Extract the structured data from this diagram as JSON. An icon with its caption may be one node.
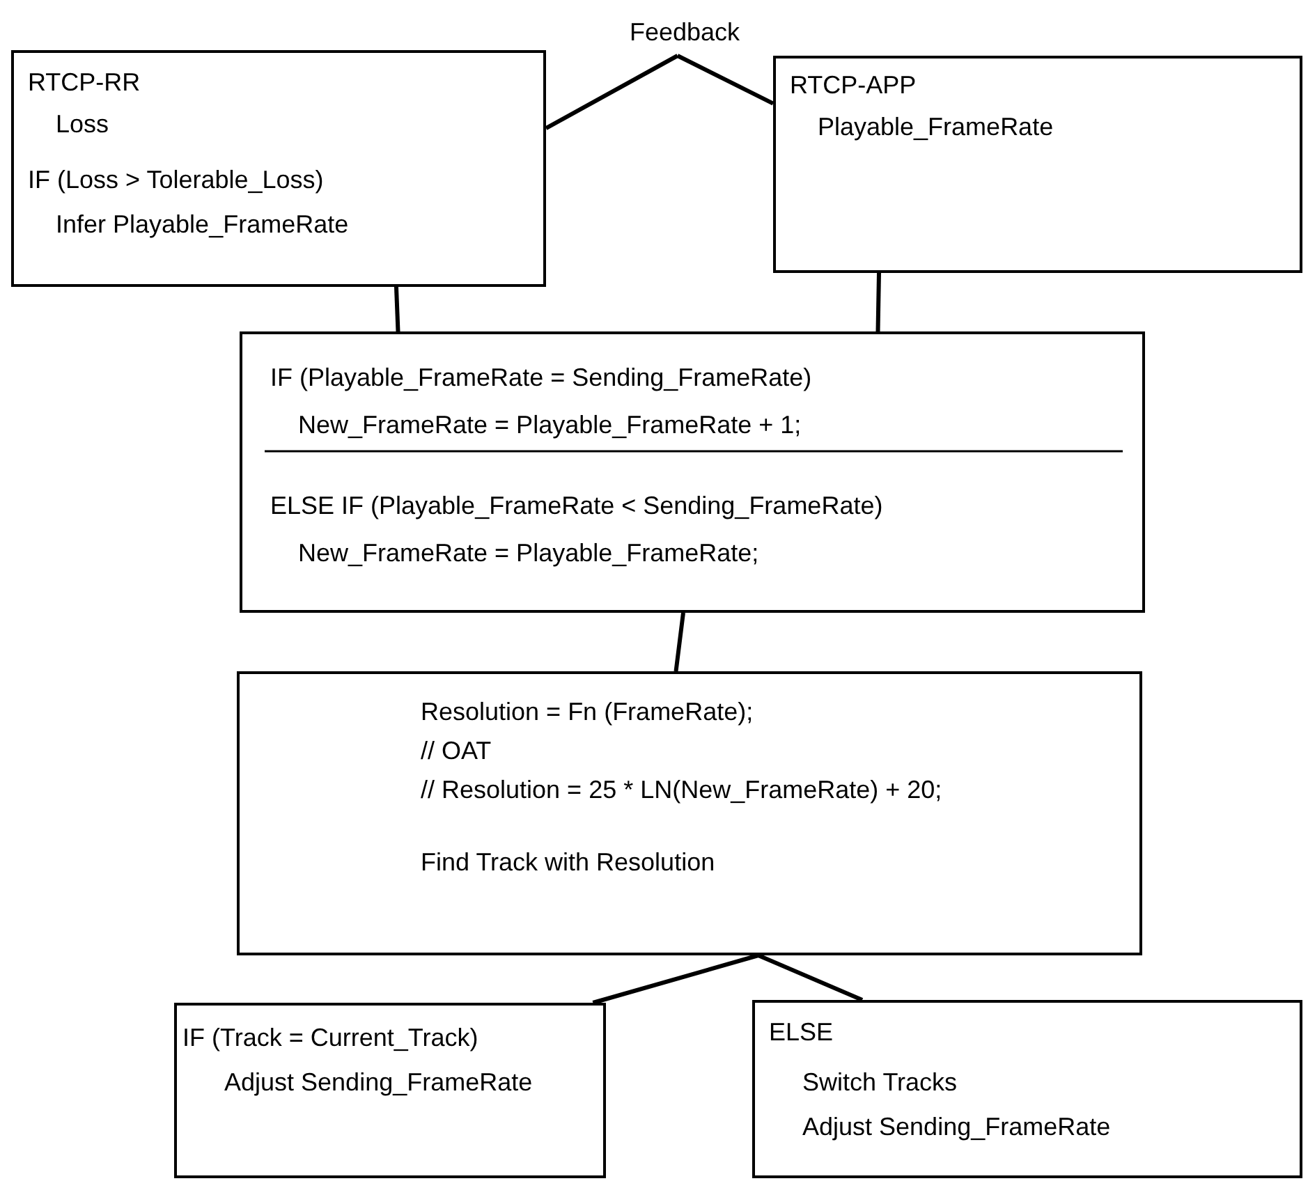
{
  "diagram": {
    "nodes": [
      {
        "text": [
          "Feedback"
        ]
      },
      {
        "text": [
          "RTCP-RR",
          "Loss",
          "IF (Loss > Tolerable_Loss)",
          "Infer Playable_FrameRate"
        ]
      },
      {
        "text": [
          "RTCP-APP",
          "Playable_FrameRate"
        ]
      },
      {
        "text": [
          "IF (Playable_FrameRate = Sending_FrameRate)",
          "New_FrameRate = Playable_FrameRate + 1;",
          "ELSE IF (Playable_FrameRate < Sending_FrameRate)",
          "New_FrameRate = Playable_FrameRate;"
        ]
      },
      {
        "text": [
          "Resolution = Fn (FrameRate);",
          "// OAT",
          "// Resolution = 25 * LN(New_FrameRate) + 20;",
          "Find Track with Resolution"
        ]
      },
      {
        "text": [
          "IF (Track = Current_Track)",
          "Adjust Sending_FrameRate"
        ]
      },
      {
        "text": [
          "ELSE",
          "Switch Tracks",
          "Adjust Sending_FrameRate"
        ]
      }
    ],
    "edges": [
      {
        "from": 0,
        "to": 1,
        "arrow": "none"
      },
      {
        "from": 0,
        "to": 2,
        "arrow": "none"
      },
      {
        "from": 1,
        "to": 3,
        "arrow": "none"
      },
      {
        "from": 2,
        "to": 3,
        "arrow": "none"
      },
      {
        "from": 3,
        "to": 4,
        "arrow": "none"
      },
      {
        "from": 4,
        "to": 5,
        "arrow": "none"
      },
      {
        "from": 4,
        "to": 6,
        "arrow": "none"
      }
    ]
  }
}
